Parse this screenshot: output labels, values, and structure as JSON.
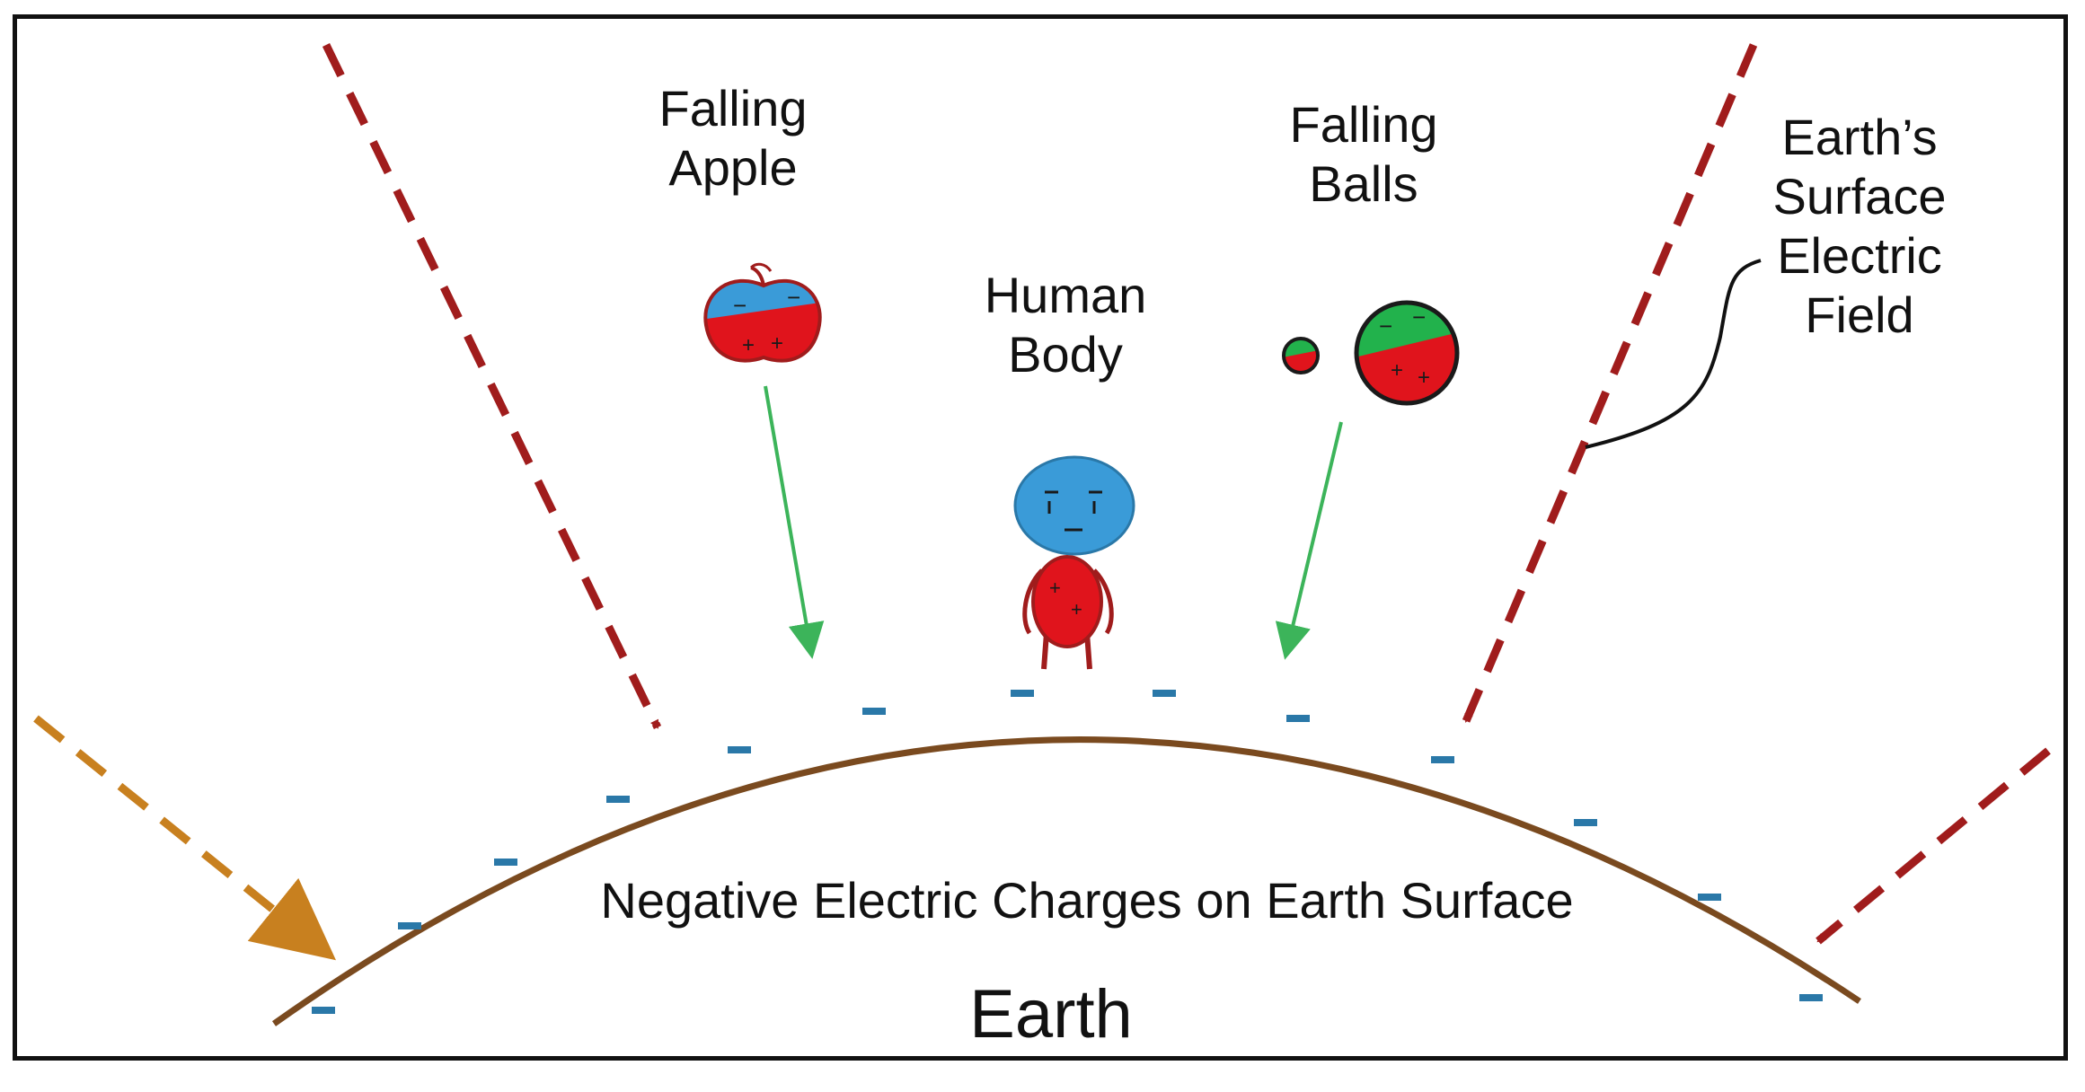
{
  "labels": {
    "falling_apple": [
      "Falling",
      "Apple"
    ],
    "human_body": [
      "Human",
      "Body"
    ],
    "falling_balls": [
      "Falling",
      "Balls"
    ],
    "earth_field": [
      "Earth’s",
      "Surface",
      "Electric",
      "Field"
    ],
    "negative_charges": "Negative Electric Charges on Earth Surface",
    "earth": "Earth"
  },
  "charge_signs": {
    "negative": "−",
    "positive": "+"
  },
  "colors": {
    "earth_surface": "#7a4a1f",
    "field_arrow": "#a01c1c",
    "field_arrow_orange": "#c8801f",
    "fall_arrow": "#3cb45a",
    "negative_charge": "#2a78a8",
    "positive_region": "#e0141c",
    "negative_region_blue": "#3a9bd8",
    "negative_region_green": "#22b24c"
  }
}
